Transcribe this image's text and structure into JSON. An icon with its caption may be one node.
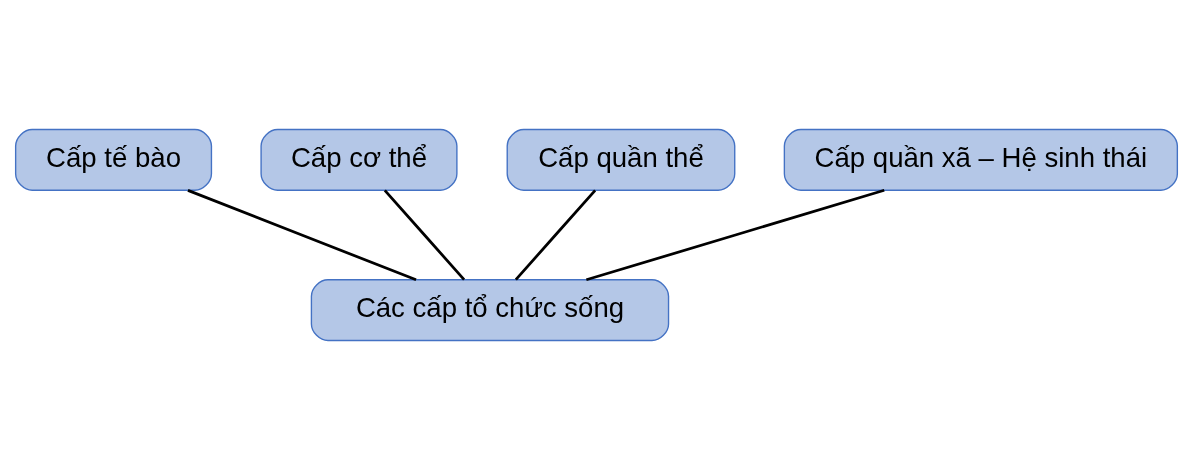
{
  "diagram": {
    "nodes": [
      {
        "text": [
          "Cấp tế bào"
        ]
      },
      {
        "text": [
          "Cấp cơ thể"
        ]
      },
      {
        "text": [
          "Cấp quần thể"
        ]
      },
      {
        "text": [
          "Cấp quần xã – Hệ sinh thái"
        ]
      },
      {
        "text": [
          "Các cấp tổ chức sống"
        ]
      }
    ],
    "edges": [
      {
        "from": 4,
        "to": 0,
        "arrow": "none"
      },
      {
        "from": 4,
        "to": 1,
        "arrow": "none"
      },
      {
        "from": 4,
        "to": 2,
        "arrow": "none"
      },
      {
        "from": 4,
        "to": 3,
        "arrow": "none"
      }
    ]
  }
}
